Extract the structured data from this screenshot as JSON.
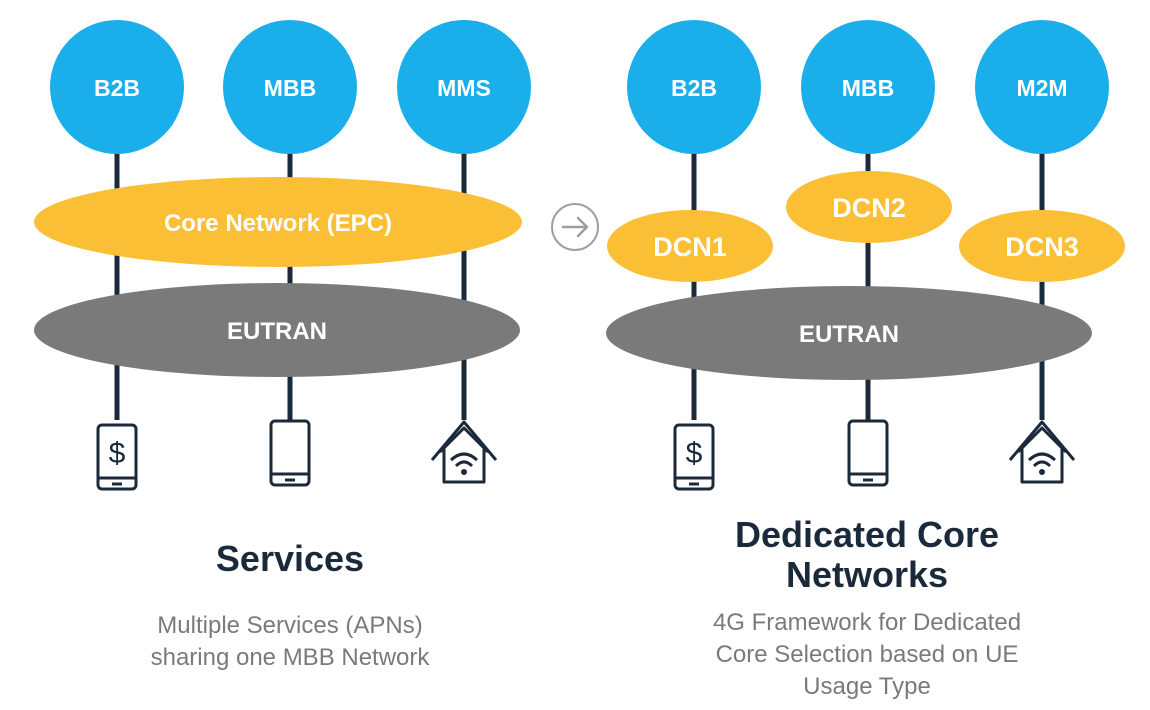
{
  "colors": {
    "service": "#1aaeea",
    "core": "#fbbf36",
    "ran": "#7a7a7a",
    "line": "#1b2a3a",
    "arrow": "#9aa0a6"
  },
  "left": {
    "services": [
      "B2B",
      "MBB",
      "MMS"
    ],
    "core_label": "Core Network (EPC)",
    "ran_label": "EUTRAN",
    "devices": [
      "payment-phone-icon",
      "smartphone-icon",
      "smart-home-icon"
    ],
    "title": "Services",
    "description_lines": [
      "Multiple Services (APNs)",
      "sharing one MBB Network"
    ]
  },
  "right": {
    "services": [
      "B2B",
      "MBB",
      "M2M"
    ],
    "cores": [
      "DCN1",
      "DCN2",
      "DCN3"
    ],
    "ran_label": "EUTRAN",
    "devices": [
      "payment-phone-icon",
      "smartphone-icon",
      "smart-home-icon"
    ],
    "title_lines": [
      "Dedicated Core",
      "Networks"
    ],
    "description_lines": [
      "4G Framework for Dedicated",
      "Core Selection based on UE",
      "Usage Type"
    ]
  },
  "transition_icon": "arrow-right-icon"
}
